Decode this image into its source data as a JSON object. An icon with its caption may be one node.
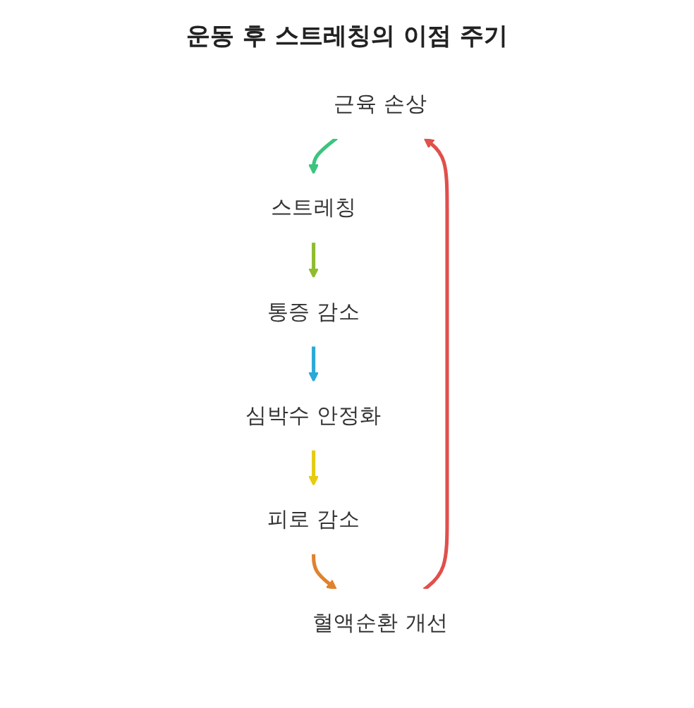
{
  "diagram": {
    "title": "운동 후 스트레칭의 이점 주기",
    "nodes": [
      {
        "text": [
          "근육 손상"
        ]
      },
      {
        "text": [
          "스트레칭"
        ]
      },
      {
        "text": [
          "통증 감소"
        ]
      },
      {
        "text": [
          "심박수 안정화"
        ]
      },
      {
        "text": [
          "피로 감소"
        ]
      },
      {
        "text": [
          "혈액순환 개선"
        ]
      }
    ],
    "edges": [
      {
        "from": 0,
        "to": 1,
        "arrow": "to",
        "color": "#3cc47c"
      },
      {
        "from": 1,
        "to": 2,
        "arrow": "to",
        "color": "#8fbc2f"
      },
      {
        "from": 2,
        "to": 3,
        "arrow": "to",
        "color": "#2aa9d9"
      },
      {
        "from": 3,
        "to": 4,
        "arrow": "to",
        "color": "#e5cc10"
      },
      {
        "from": 4,
        "to": 5,
        "arrow": "to",
        "color": "#e0822d"
      },
      {
        "from": 5,
        "to": 0,
        "arrow": "to",
        "color": "#e0504c"
      }
    ]
  }
}
